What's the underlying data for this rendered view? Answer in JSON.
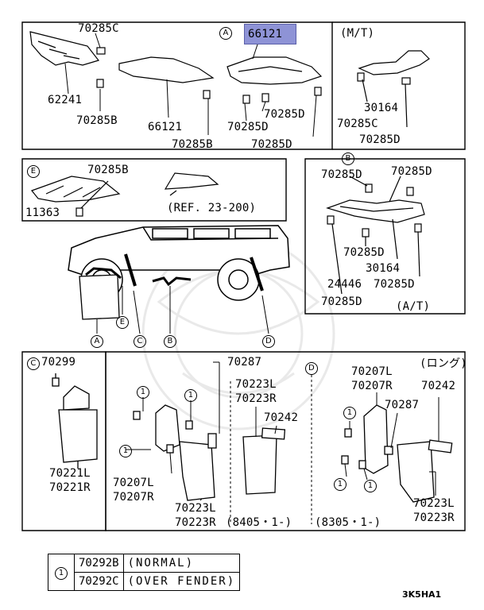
{
  "highlight_part": "66121",
  "sections": {
    "A": {
      "letter": "A",
      "labels": [
        "70285C",
        "62241",
        "70285B",
        "66121",
        "70285B",
        "70285D",
        "70285D",
        "70285D"
      ]
    },
    "MT": {
      "title": "(M/T)",
      "labels": [
        "30164",
        "70285C",
        "70285D"
      ]
    },
    "E": {
      "letter": "E",
      "labels": [
        "70285B",
        "11363"
      ],
      "ref": "(REF. 23-200)"
    },
    "B": {
      "letter": "B",
      "title": "(A/T)",
      "labels": [
        "70285D",
        "70285D",
        "70285D",
        "30164",
        "24446",
        "70285D",
        "70285D"
      ]
    },
    "C": {
      "letter": "C",
      "labels": [
        "70299",
        "70221L",
        "70221R"
      ]
    },
    "D": {
      "letter": "D",
      "title": "(ロング)",
      "labels": [
        "70287",
        "70223L",
        "70223R",
        "70242",
        "70207L",
        "70207R",
        "70223L",
        "70223R",
        "70207L",
        "70207R",
        "70287",
        "70242",
        "70223L",
        "70223R"
      ],
      "ranges": [
        "(8405・1-)",
        "(8305・1-)"
      ]
    }
  },
  "car_callouts": [
    "A",
    "E",
    "C",
    "B",
    "D"
  ],
  "table": {
    "symbol": "1",
    "rows": [
      {
        "part": "70292B",
        "desc": "(NORMAL)"
      },
      {
        "part": "70292C",
        "desc": "(OVER FENDER)"
      }
    ]
  },
  "figure_code": "3K5HA1"
}
